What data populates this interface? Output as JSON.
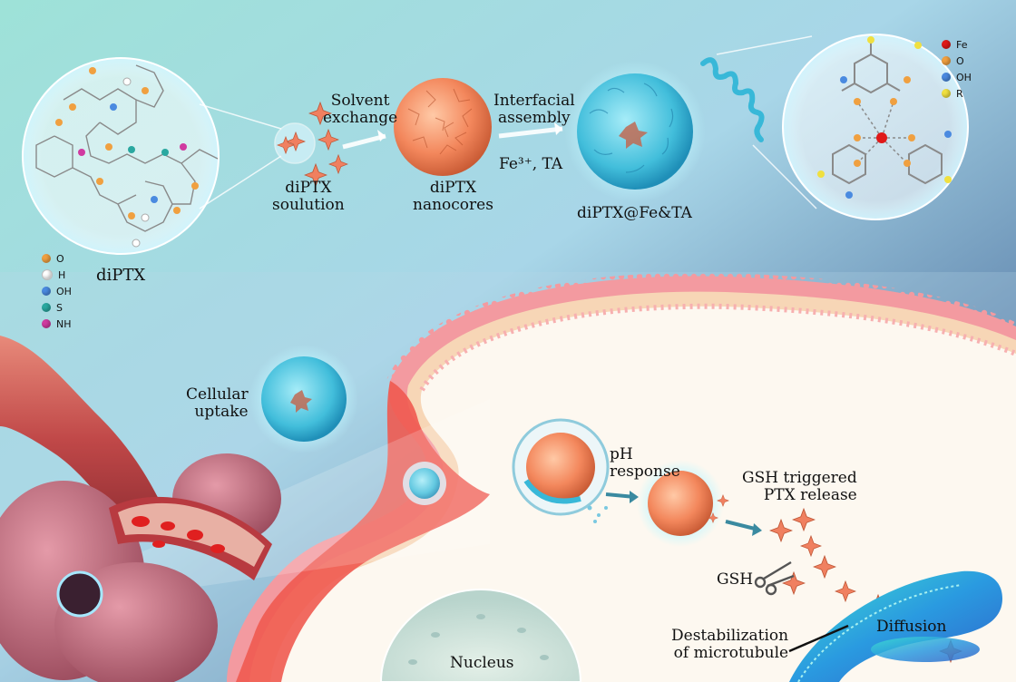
{
  "labels": {
    "solvent_exchange": "Solvent\nexchange",
    "interfacial_assembly": "Interfacial\nassembly",
    "fe_ta": "Fe³⁺, TA",
    "diptx_solution": "diPTX\nsoulution",
    "diptx_nanocores": "diPTX\nnanocores",
    "diptx_fe_ta": "diPTX@Fe&TA",
    "diptx": "diPTX",
    "cellular_uptake": "Cellular\nuptake",
    "ph_response": "pH\nresponse",
    "gsh_triggered": "GSH triggered\nPTX release",
    "gsh": "GSH",
    "diffusion": "Diffusion",
    "destabilization": "Destabilization\nof microtubule",
    "nucleus": "Nucleus"
  },
  "legend_left": [
    {
      "label": "O",
      "color": "#f0a040"
    },
    {
      "label": "H",
      "color": "#ffffff"
    },
    {
      "label": "OH",
      "color": "#4a8ae0"
    },
    {
      "label": "S",
      "color": "#2aa8a0"
    },
    {
      "label": "NH",
      "color": "#d03aa0"
    }
  ],
  "legend_right": [
    {
      "label": "Fe",
      "color": "#e01818"
    },
    {
      "label": "O",
      "color": "#f0a040"
    },
    {
      "label": "OH",
      "color": "#4a8ae0"
    },
    {
      "label": "R",
      "color": "#f0e040"
    }
  ],
  "colors": {
    "nanocore": "#f08a60",
    "shell": "#45c0dc",
    "drug": "#f08060",
    "membrane": "#f3a9a9",
    "cell_interior": "#fdf8f0",
    "vessel": "#c04848",
    "microtubule": "#3aa8e0"
  }
}
